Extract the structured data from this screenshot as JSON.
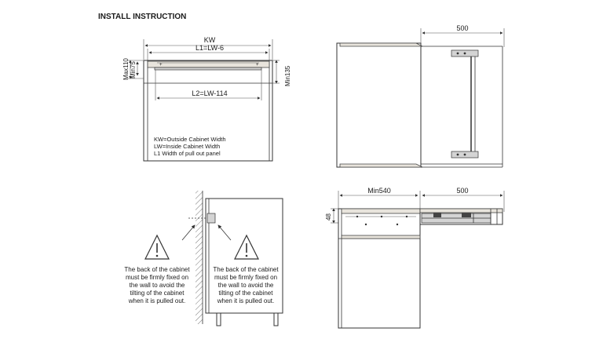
{
  "header": {
    "title": "INSTALL INSTRUCTION"
  },
  "front_view": {
    "kw": "KW",
    "l1": "L1=LW-6",
    "l2": "L2=LW-114",
    "max": "Max110",
    "min75": "Min75",
    "min135": "Min135",
    "legend": [
      "KW=Outside Cabinet Width",
      "LW=Inside Cabinet Width",
      "L1 Width of pull out panel"
    ]
  },
  "top_view": {
    "dim": "500"
  },
  "side_view": {
    "min540": "Min540",
    "dim500": "500",
    "h48": "48"
  },
  "wall_view": {
    "warning_left": [
      "The back of the cabinet",
      "must be firmly fixed on",
      "the wall to avoid the",
      "tilting of the cabinet",
      "when it is pulled out."
    ],
    "warning_right": [
      "The back of the cabinet",
      "must be firmly fixed on",
      "the wall to avoid the",
      "tilting of the cabinet",
      "when it is pulled out."
    ]
  },
  "colors": {
    "line": "#333333",
    "panel": "#e8e4dc",
    "warning": "#ffffff"
  }
}
